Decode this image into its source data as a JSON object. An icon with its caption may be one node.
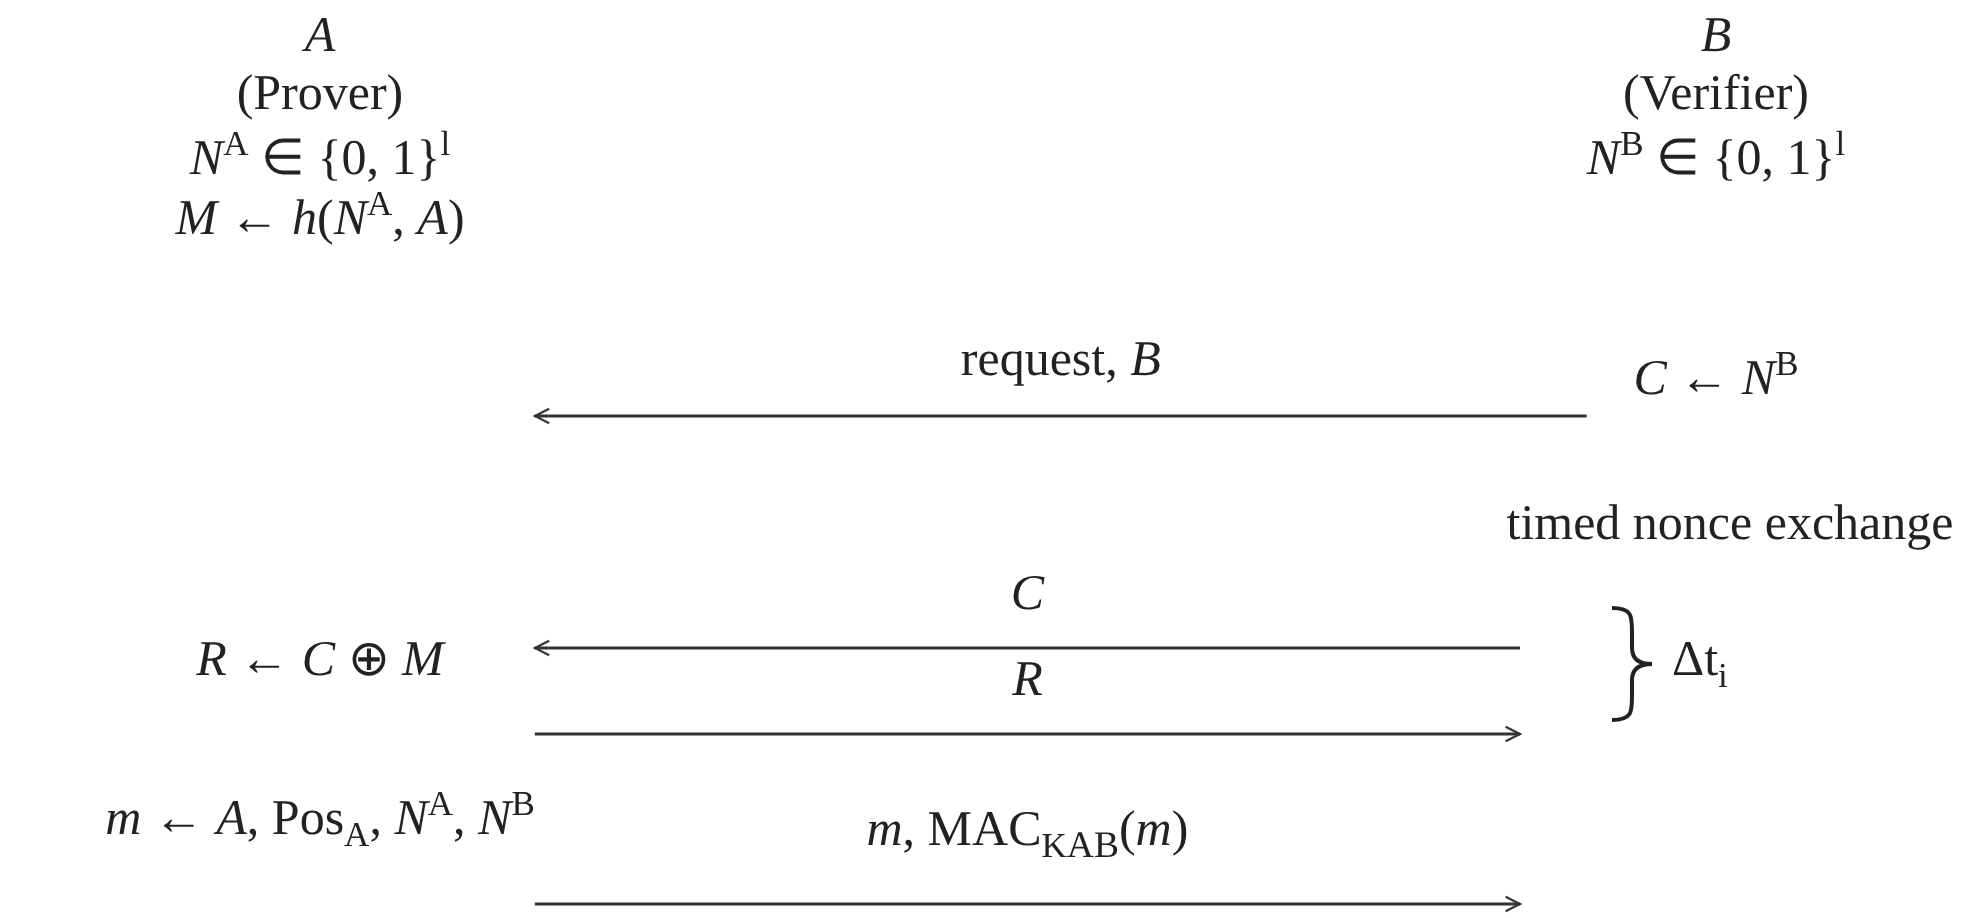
{
  "diagram": {
    "nodes": [
      {
        "text": [
          "*A*",
          "(Prover)",
          "*N*$^{A}$ ∈ {0, 1}$^{l}$",
          "*M* ← *h*(*N*$^{A}$, *A*)",
          "*R* ← *C* ⊕ *M*",
          "*m* ← *A*, Pos$_{A}$, *N*$^{A}$, *N*$^{B}$"
        ]
      },
      {
        "text": [
          "*B*",
          "(Verifier)",
          "*N*$^{B}$ ∈ {0, 1}$^{l}$",
          "*C* ← *N*$^{B}$"
        ]
      }
    ],
    "edges": [
      {
        "from": 1,
        "to": 0,
        "arrow": "to",
        "label": "request, *B*"
      },
      {
        "from": null,
        "to": 0,
        "arrow": "to",
        "label": "*C*"
      },
      {
        "from": 0,
        "to": null,
        "arrow": "to",
        "label": "*R*"
      },
      {
        "from": 0,
        "to": null,
        "arrow": "to",
        "label": "*m*, MAC$_{K}$$_{AB}$(*m*)"
      }
    ],
    "labels": [
      "timed nonce exchange",
      "Δt$_{i}$"
    ]
  }
}
